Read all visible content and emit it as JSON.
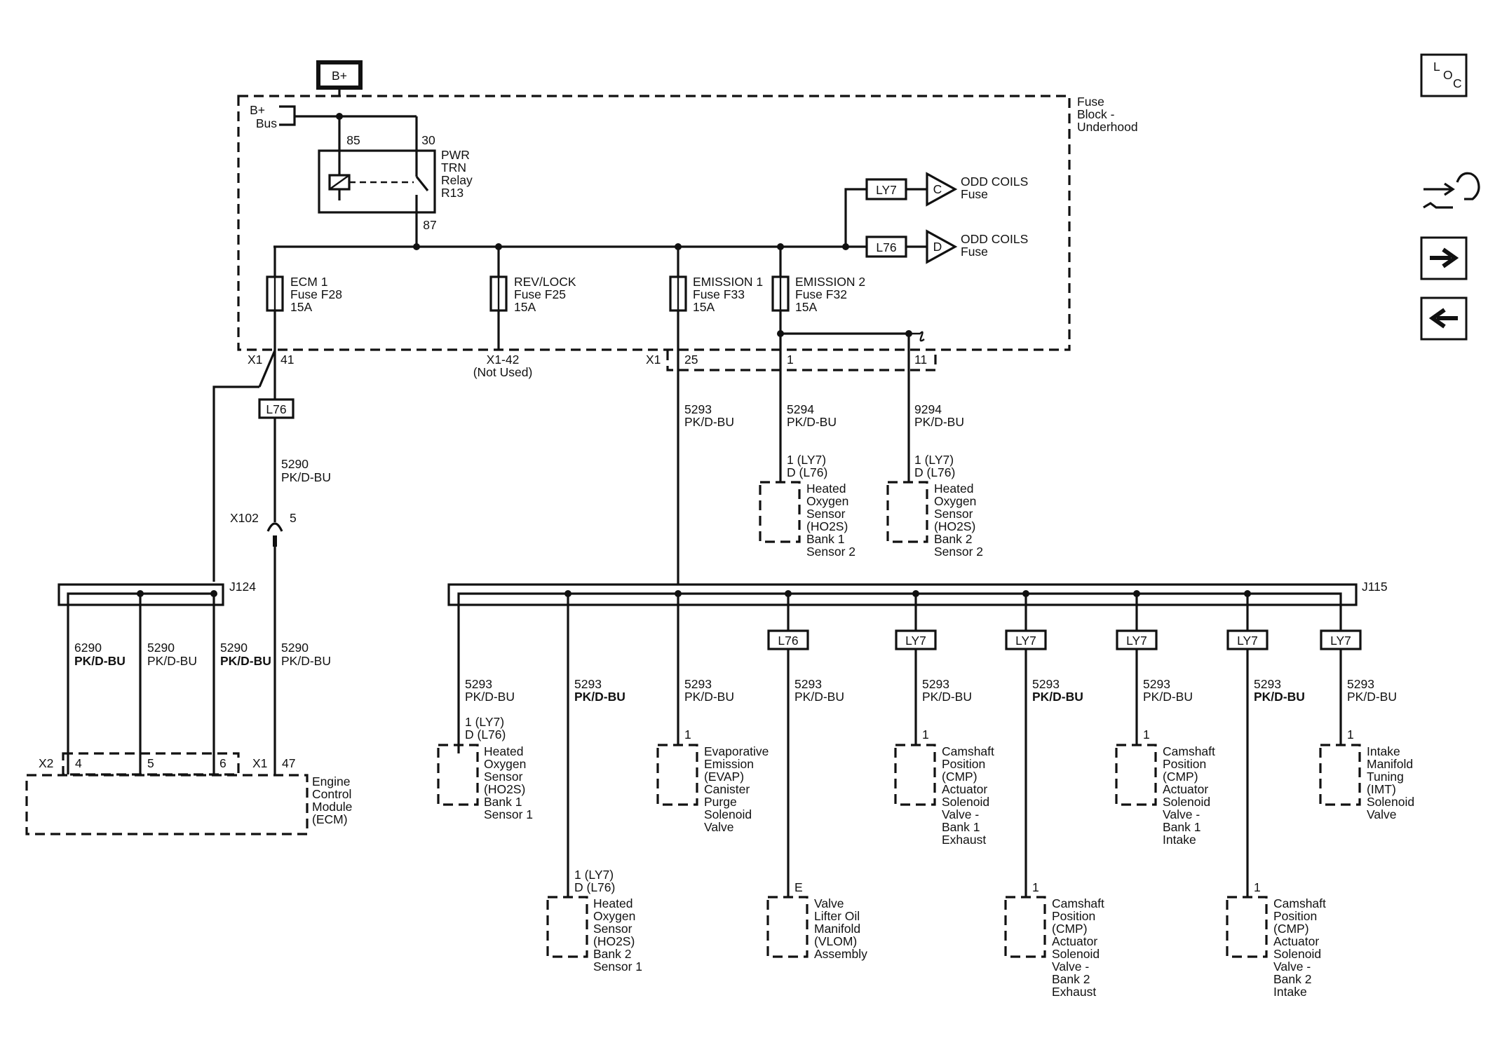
{
  "power": {
    "bplus": "B+",
    "bus": [
      "B+",
      "Bus"
    ]
  },
  "fuse_block": {
    "name": [
      "Fuse",
      "Block -",
      "Underhood"
    ]
  },
  "relay": {
    "name": [
      "PWR",
      "TRN",
      "Relay",
      "R13"
    ],
    "pin85": "85",
    "pin30": "30",
    "pin87": "87"
  },
  "fuses": [
    {
      "lines": [
        "ECM 1",
        "Fuse F28",
        "15A"
      ]
    },
    {
      "lines": [
        "REV/LOCK",
        "Fuse F25",
        "15A"
      ]
    },
    {
      "lines": [
        "EMISSION 1",
        "Fuse F33",
        "15A"
      ]
    },
    {
      "lines": [
        "EMISSION 2",
        "Fuse F32",
        "15A"
      ]
    }
  ],
  "odd_coils": [
    {
      "option": "LY7",
      "ref": "C",
      "label": [
        "ODD COILS",
        "Fuse"
      ]
    },
    {
      "option": "L76",
      "ref": "D",
      "label": [
        "ODD COILS",
        "Fuse"
      ]
    }
  ],
  "connectors": {
    "x1": "X1",
    "x1_41": "41",
    "x1_42": [
      "X1-42",
      "(Not Used)"
    ],
    "x1_25": "25",
    "x1_1": "1",
    "x1_11": "11",
    "x102": "X102",
    "x102_pin": "5",
    "j124": "J124",
    "j115": "J115",
    "x2": "X2",
    "ecm_x2_pins": [
      "4",
      "5",
      "6"
    ],
    "ecm_x1": "X1",
    "ecm_x1_pin": "47"
  },
  "option_tags": {
    "l76": "L76",
    "ly7": "LY7"
  },
  "wires": {
    "w5290": [
      "5290",
      "PK/D-BU"
    ],
    "w6290": [
      "6290",
      "PK/D-BU"
    ],
    "w5293": [
      "5293",
      "PK/D-BU"
    ],
    "w5294": [
      "5294",
      "PK/D-BU"
    ],
    "w9294": [
      "9294",
      "PK/D-BU"
    ]
  },
  "pins": {
    "one_ly7": "1 (LY7)",
    "d_l76": "D (L76)",
    "one": "1",
    "e": "E"
  },
  "ecm": {
    "name": [
      "Engine",
      "Control",
      "Module",
      "(ECM)"
    ]
  },
  "components": {
    "ho2s_b1s2": [
      "Heated",
      "Oxygen",
      "Sensor",
      "(HO2S)",
      "Bank 1",
      "Sensor 2"
    ],
    "ho2s_b2s2": [
      "Heated",
      "Oxygen",
      "Sensor",
      "(HO2S)",
      "Bank 2",
      "Sensor 2"
    ],
    "ho2s_b1s1": [
      "Heated",
      "Oxygen",
      "Sensor",
      "(HO2S)",
      "Bank 1",
      "Sensor 1"
    ],
    "ho2s_b2s1": [
      "Heated",
      "Oxygen",
      "Sensor",
      "(HO2S)",
      "Bank 2",
      "Sensor 1"
    ],
    "evap": [
      "Evaporative",
      "Emission",
      "(EVAP)",
      "Canister",
      "Purge",
      "Solenoid",
      "Valve"
    ],
    "vlom": [
      "Valve",
      "Lifter Oil",
      "Manifold",
      "(VLOM)",
      "Assembly"
    ],
    "cmp_b1_exh": [
      "Camshaft",
      "Position",
      "(CMP)",
      "Actuator",
      "Solenoid",
      "Valve -",
      "Bank 1",
      "Exhaust"
    ],
    "cmp_b2_exh": [
      "Camshaft",
      "Position",
      "(CMP)",
      "Actuator",
      "Solenoid",
      "Valve -",
      "Bank 2",
      "Exhaust"
    ],
    "cmp_b1_int": [
      "Camshaft",
      "Position",
      "(CMP)",
      "Actuator",
      "Solenoid",
      "Valve -",
      "Bank 1",
      "Intake"
    ],
    "cmp_b2_int": [
      "Camshaft",
      "Position",
      "(CMP)",
      "Actuator",
      "Solenoid",
      "Valve -",
      "Bank 2",
      "Intake"
    ],
    "imt": [
      "Intake",
      "Manifold",
      "Tuning",
      "(IMT)",
      "Solenoid",
      "Valve"
    ]
  },
  "side": {
    "loc_l": "L",
    "loc_o": "O",
    "loc_c": "C"
  }
}
